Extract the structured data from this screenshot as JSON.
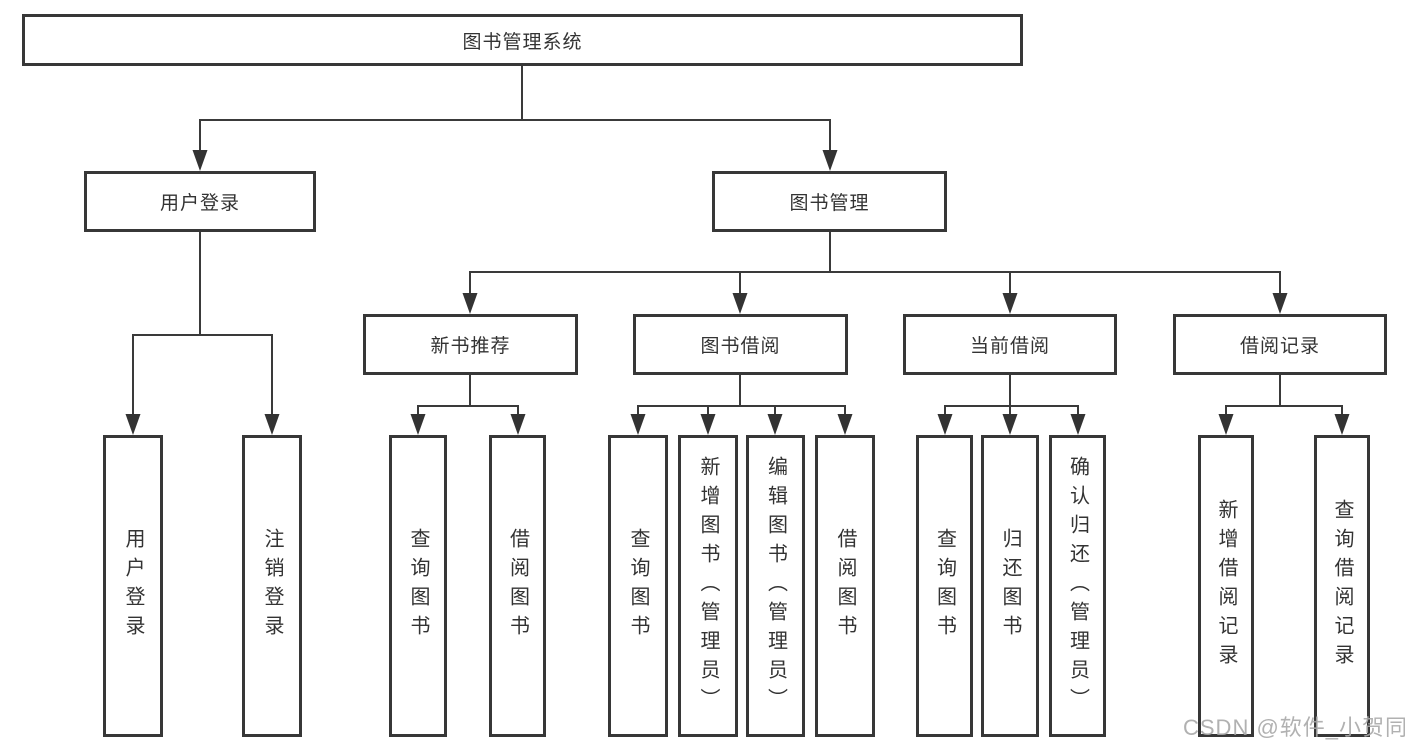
{
  "tree": {
    "root": "图书管理系统",
    "children": [
      {
        "label": "用户登录",
        "children": [
          {
            "label": "用户登录"
          },
          {
            "label": "注销登录"
          }
        ]
      },
      {
        "label": "图书管理",
        "children": [
          {
            "label": "新书推荐",
            "children": [
              {
                "label": "查询图书"
              },
              {
                "label": "借阅图书"
              }
            ]
          },
          {
            "label": "图书借阅",
            "children": [
              {
                "label": "查询图书"
              },
              {
                "label": "新增图书（管理员）"
              },
              {
                "label": "编辑图书（管理员）"
              },
              {
                "label": "借阅图书"
              }
            ]
          },
          {
            "label": "当前借阅",
            "children": [
              {
                "label": "查询图书"
              },
              {
                "label": "归还图书"
              },
              {
                "label": "确认归还（管理员）"
              }
            ]
          },
          {
            "label": "借阅记录",
            "children": [
              {
                "label": "新增借阅记录"
              },
              {
                "label": "查询借阅记录"
              }
            ]
          }
        ]
      }
    ]
  },
  "colors": {
    "line": "#3a3a3a",
    "border": "#373737",
    "text": "#333333",
    "watermark": "#a8a8a8"
  },
  "watermark": "CSDN @软件_小贺同学"
}
